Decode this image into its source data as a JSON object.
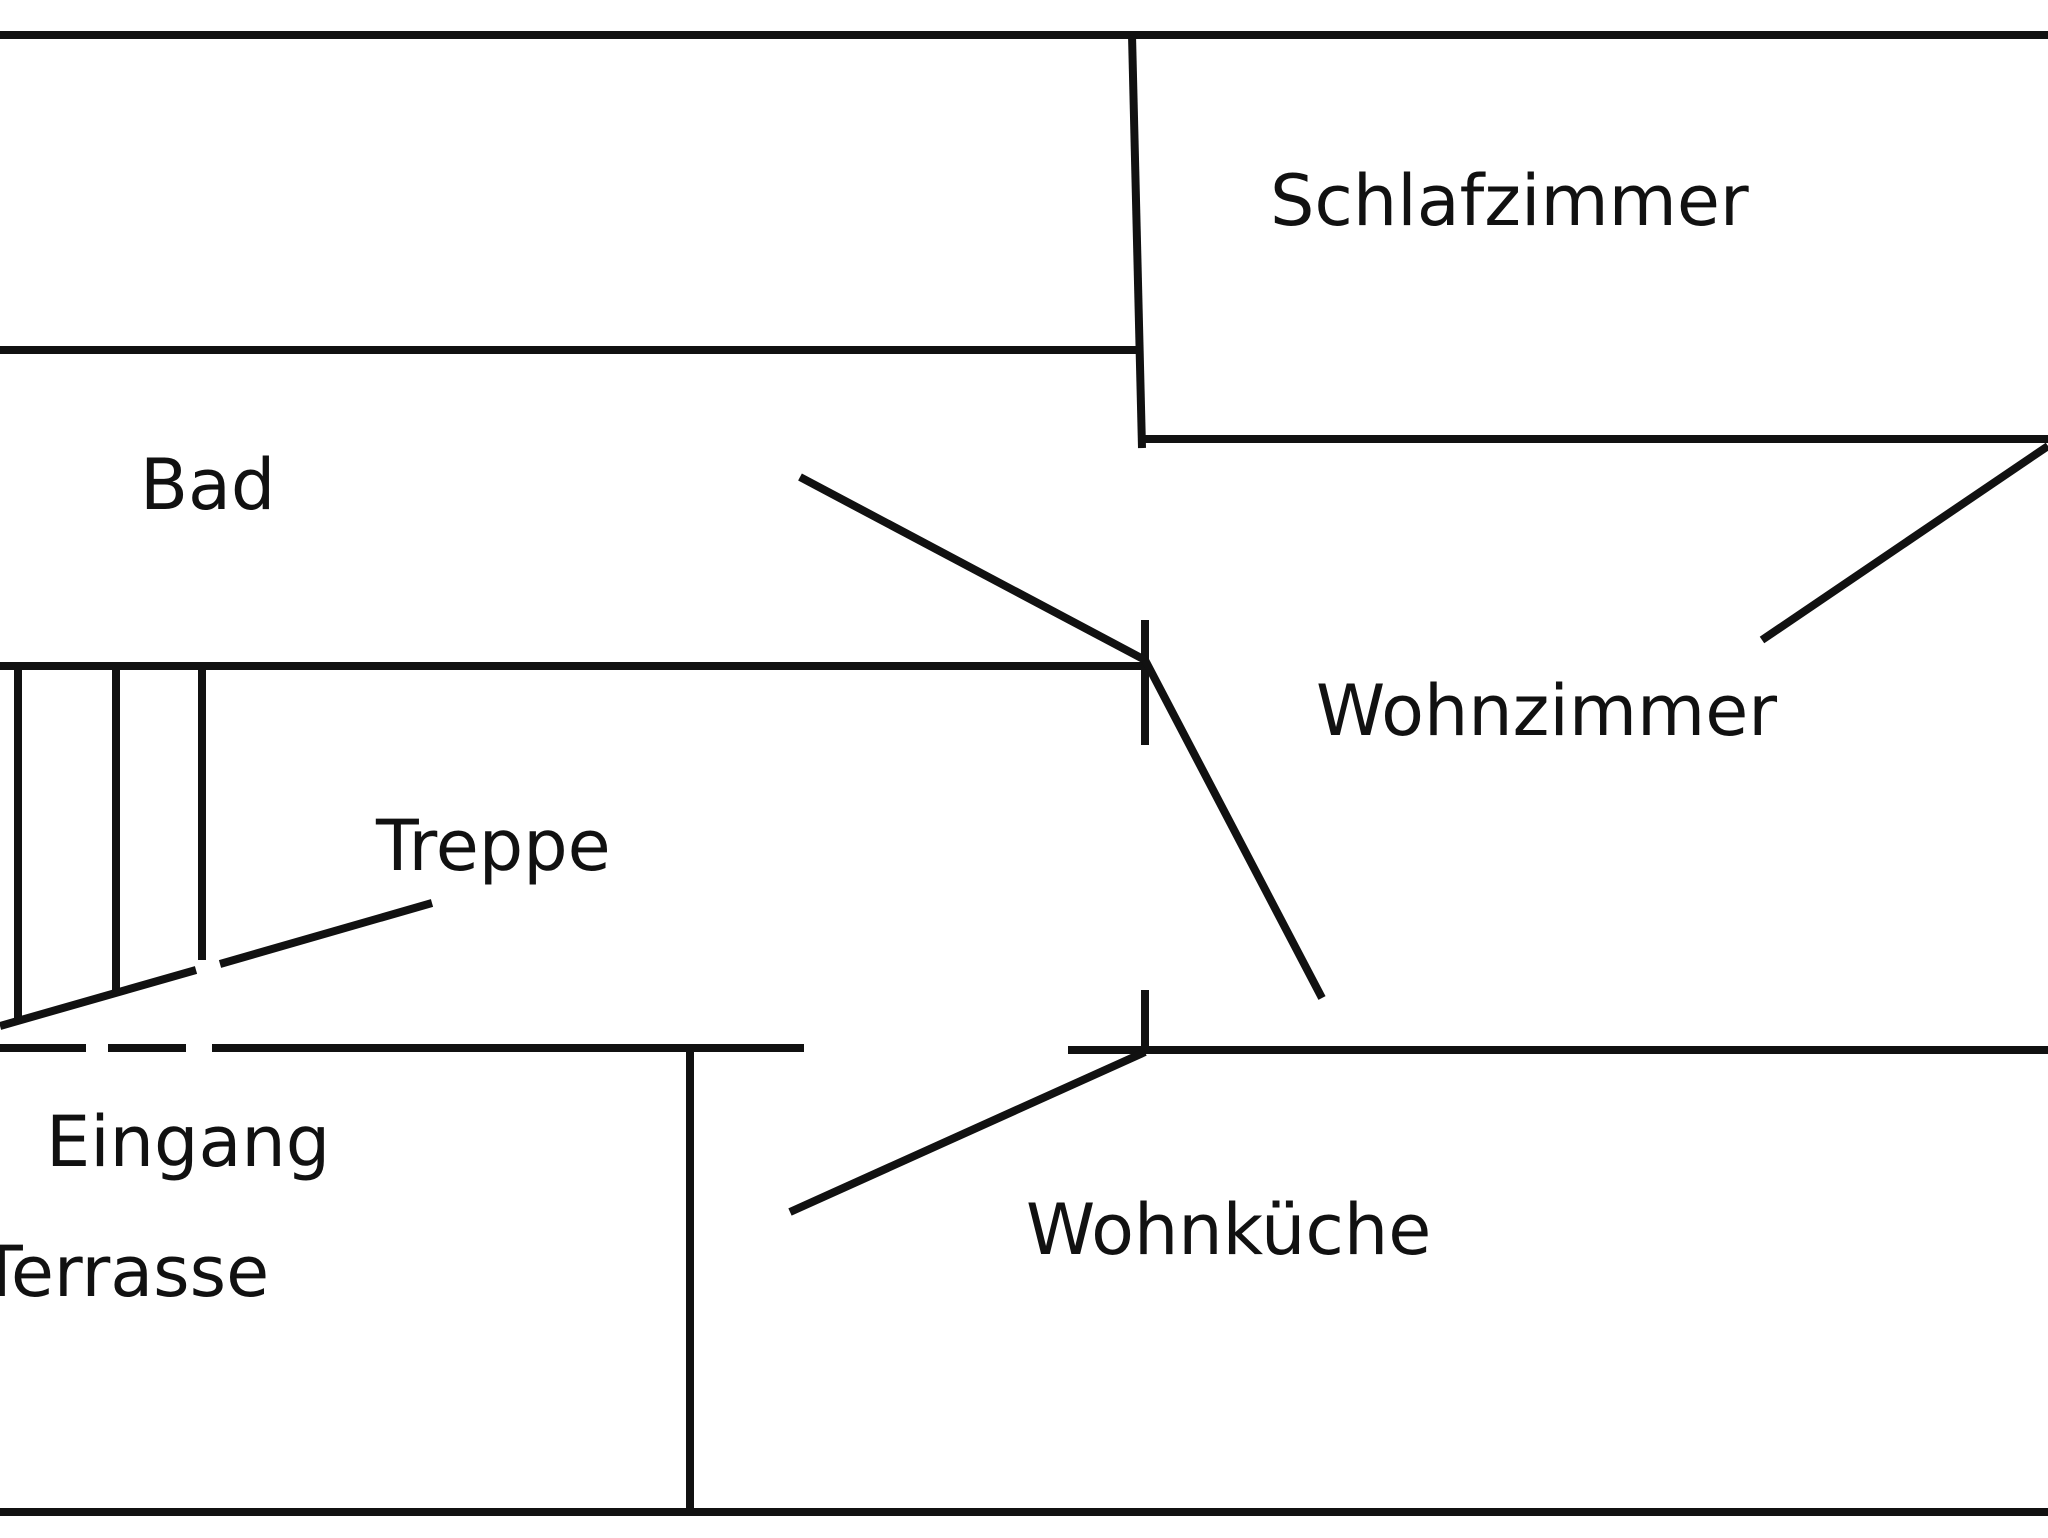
{
  "rooms": {
    "schlafzimmer": "Schlafzimmer",
    "bad": "Bad",
    "wohnzimmer": "Wohnzimmer",
    "treppe": "Treppe",
    "eingang": "Eingang",
    "terrasse": "Terrasse",
    "wohnkueche": "Wohnküche"
  },
  "colors": {
    "line": "#111111",
    "background": "#ffffff"
  }
}
